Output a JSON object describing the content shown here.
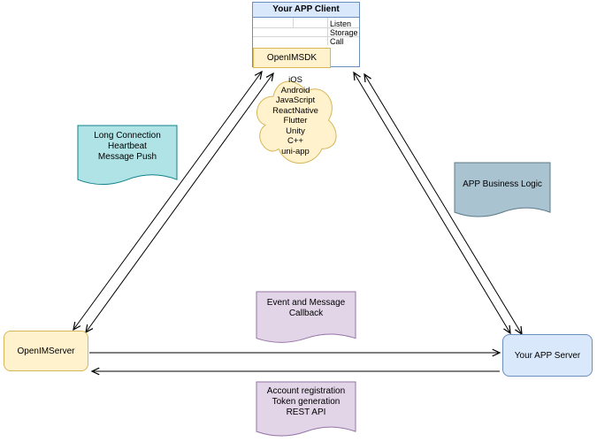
{
  "client": {
    "title": "Your APP Client",
    "rows": [
      "Listen",
      "Storage",
      "Call"
    ],
    "sdk": "OpenIMSDK"
  },
  "cloud": {
    "platforms": [
      "iOS",
      "Android",
      "JavaScript",
      "ReactNative",
      "Flutter",
      "Unity",
      "C++",
      "uni-app"
    ]
  },
  "callouts": {
    "long_connection": {
      "lines": [
        "Long Connection",
        "Heartbeat",
        "Message Push"
      ]
    },
    "app_business_logic": {
      "lines": [
        "APP Business Logic"
      ]
    },
    "event_callback": {
      "lines": [
        "Event and Message",
        "Callback"
      ]
    },
    "account_rest": {
      "lines": [
        "Account registration",
        "Token generation",
        "REST API"
      ]
    }
  },
  "nodes": {
    "openim_server": "OpenIMServer",
    "your_app_server": "Your APP Server"
  },
  "colors": {
    "client_header_bg": "#dae8fc",
    "client_border": "#6c8ebf",
    "yellow_bg": "#fff2cc",
    "yellow_border": "#d6b656",
    "teal_bg": "#b0e3e6",
    "teal_border": "#0e8088",
    "grayblue_bg": "#aac3d1",
    "grayblue_border": "#5d7a8a",
    "purple_bg": "#e1d5e7",
    "purple_border": "#9673a6",
    "blue_bg": "#dae8fc",
    "blue_border": "#6c8ebf",
    "edge": "#000000"
  }
}
